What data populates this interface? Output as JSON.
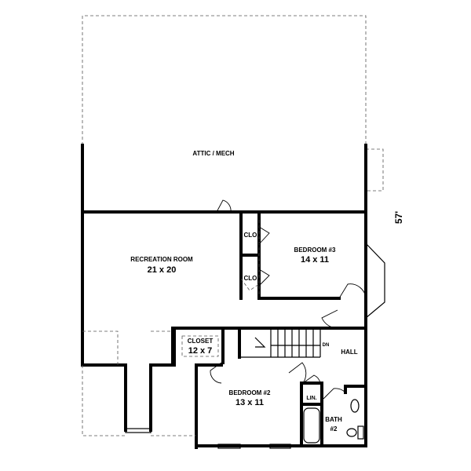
{
  "rooms": {
    "attic": {
      "name": "ATTIC / MECH"
    },
    "recreation": {
      "name": "RECREATION ROOM",
      "size": "21 x 20"
    },
    "bedroom3": {
      "name": "BEDROOM #3",
      "size": "14 x 11"
    },
    "closet_a": {
      "name": "CLO."
    },
    "closet_b": {
      "name": "CLO."
    },
    "closet": {
      "name": "CLOSET",
      "size": "12 x 7"
    },
    "bedroom2": {
      "name": "BEDROOM #2",
      "size": "13  x 11"
    },
    "hall": {
      "name": "HALL"
    },
    "linen": {
      "name": "LIN."
    },
    "bath2": {
      "name": "BATH",
      "number": "#2"
    }
  },
  "stair": {
    "label": "DN"
  },
  "dimension": {
    "depth": "57'"
  }
}
